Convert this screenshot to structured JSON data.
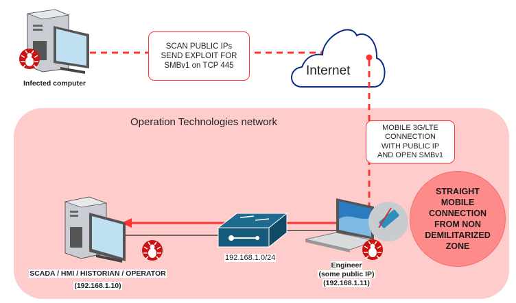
{
  "colors": {
    "ot_zone_fill": "#ffcccc",
    "attack_red": "#ff3333",
    "cloud_stroke": "#0a2a8a",
    "bug_badge": "#cc1111",
    "dmz_circle_fill": "#ff8a8a"
  },
  "nodes": {
    "infected_computer": {
      "label": "Infected computer",
      "icon": "desktop-computer-icon",
      "badge": "bug-icon"
    },
    "internet": {
      "label": "Internet",
      "icon": "cloud-icon"
    },
    "scada": {
      "label_line1": "SCADA / HMI / HISTORIAN / OPERATOR",
      "label_line2": "(192.168.1.10)",
      "icon": "desktop-computer-icon",
      "badge": "bug-icon"
    },
    "switch": {
      "label": "192.168.1.0/24",
      "icon": "network-switch-icon"
    },
    "engineer": {
      "label_line1": "Engineer",
      "label_line2": "(some public IP)",
      "label_line3": "(192.168.1.11)",
      "icon": "laptop-icon",
      "badge": "bug-icon",
      "accessory": "usb-modem-icon"
    }
  },
  "zones": {
    "ot_network": {
      "title": "Operation Technologies network"
    }
  },
  "callouts": {
    "scan": {
      "lines": [
        "SCAN PUBLIC IPs",
        "SEND EXPLOIT FOR",
        "SMBv1 on TCP 445"
      ]
    },
    "mobile": {
      "lines": [
        "MOBILE 3G/LTE",
        "CONNECTION",
        "WITH PUBLIC IP",
        "AND OPEN SMBv1"
      ]
    },
    "dmz": {
      "lines": [
        "STRAIGHT",
        "MOBILE",
        "CONNECTION",
        "FROM NON",
        "DEMILITARIZED",
        "ZONE"
      ]
    }
  }
}
